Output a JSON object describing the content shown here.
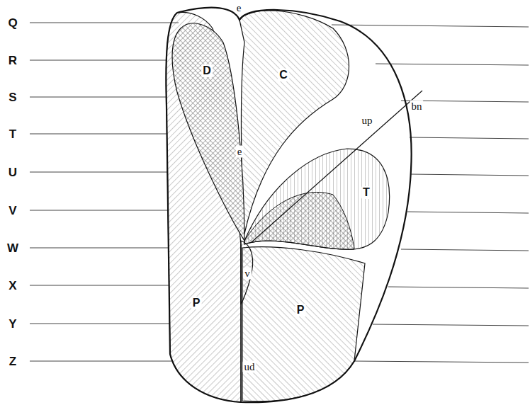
{
  "diagram": {
    "labels": [
      "Q",
      "R",
      "S",
      "T",
      "U",
      "V",
      "W",
      "X",
      "Y",
      "Z",
      "e",
      "D",
      "C",
      "e",
      "up",
      "bn",
      "T",
      "v",
      "P",
      "P",
      "ud"
    ]
  }
}
